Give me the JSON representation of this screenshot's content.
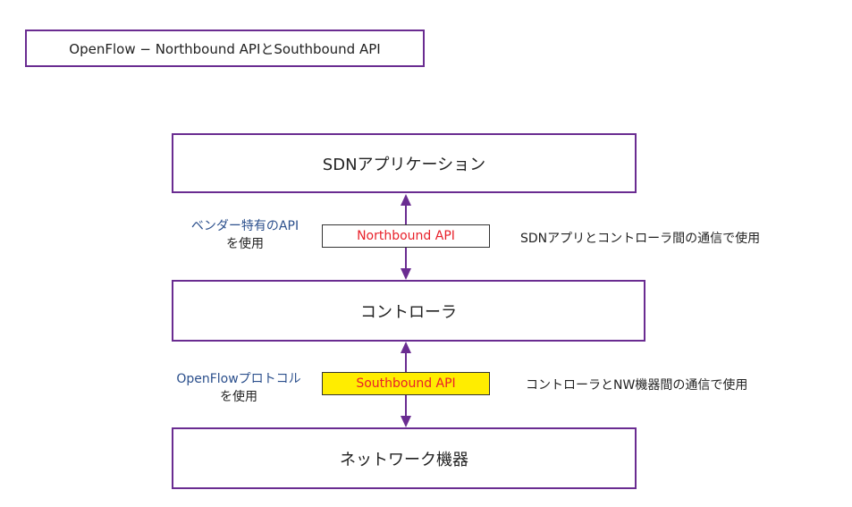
{
  "title": "OpenFlow − Northbound APIとSouthbound API",
  "layers": {
    "application": "SDNアプリケーション",
    "controller": "コントローラ",
    "network": "ネットワーク機器"
  },
  "northbound": {
    "label": "Northbound API",
    "left_label_line1": "ベンダー特有のAPI",
    "left_label_line2": "を使用",
    "description": "SDNアプリとコントローラ間の通信で使用"
  },
  "southbound": {
    "label": "Southbound API",
    "left_label_line1": "OpenFlowプロトコル",
    "left_label_line2": "を使用",
    "description": "コントローラとNW機器間の通信で使用"
  },
  "colors": {
    "border": "#6a2c91",
    "arrow": "#6a2c91",
    "api_text": "#e8202a",
    "southbound_fill": "#ffed00",
    "left_label_highlight": "#2b4f8c"
  }
}
